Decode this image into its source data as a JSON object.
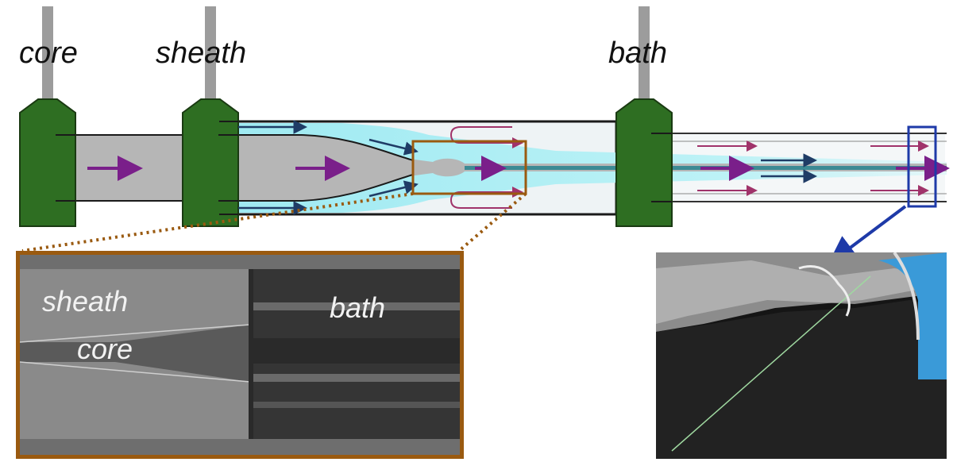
{
  "diagram": {
    "inlet_labels": {
      "core": "core",
      "sheath": "sheath",
      "bath": "bath"
    },
    "micrograph_labels": {
      "sheath": "sheath",
      "core": "core",
      "bath": "bath"
    }
  },
  "colors": {
    "nozzle_green": "#2e6e22",
    "core_fluid_gray": "#b6b6b6",
    "sheath_fluid_cyan": "#a8eef4",
    "flow_arrow_purple": "#7a1f8a",
    "sheath_arrow_navy": "#1f3c66",
    "bath_arrow_magenta": "#a0336a",
    "zoom_box_brown": "#9a5a10",
    "fiber_box_blue": "#1e3aa8",
    "glove_blue": "#3a9ad8"
  },
  "icons": [
    "flow-arrow",
    "zoom-box",
    "pointer-arrow"
  ]
}
